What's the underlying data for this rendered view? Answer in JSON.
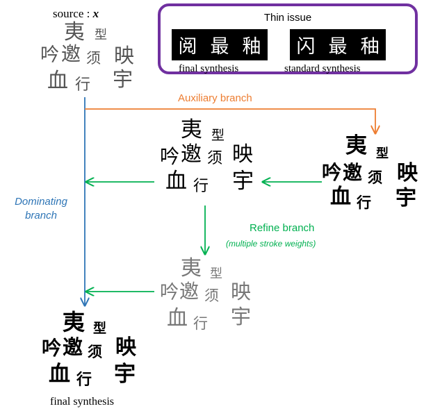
{
  "source_label": "source : ",
  "source_symbol": "x",
  "thin_issue": {
    "title": "Thin issue",
    "final_chars": [
      "阅",
      "最",
      "釉"
    ],
    "standard_chars": [
      "闪",
      "最",
      "秞"
    ],
    "final_label": "final synthesis",
    "standard_label": "standard synthesis"
  },
  "branches": {
    "auxiliary": "Auxiliary branch",
    "dominating_line1": "Dominating",
    "dominating_line2": "branch",
    "refine": "Refine branch",
    "refine_note": "(multiple stroke weights)"
  },
  "glyphs": [
    "夷",
    "型",
    "吟",
    "邀",
    "须",
    "映",
    "血",
    "行",
    "宇"
  ],
  "final_label": "final synthesis",
  "colors": {
    "auxiliary": "#ed7d31",
    "dominating": "#2e75b6",
    "refine": "#00b050",
    "issue_border": "#7030a0"
  }
}
